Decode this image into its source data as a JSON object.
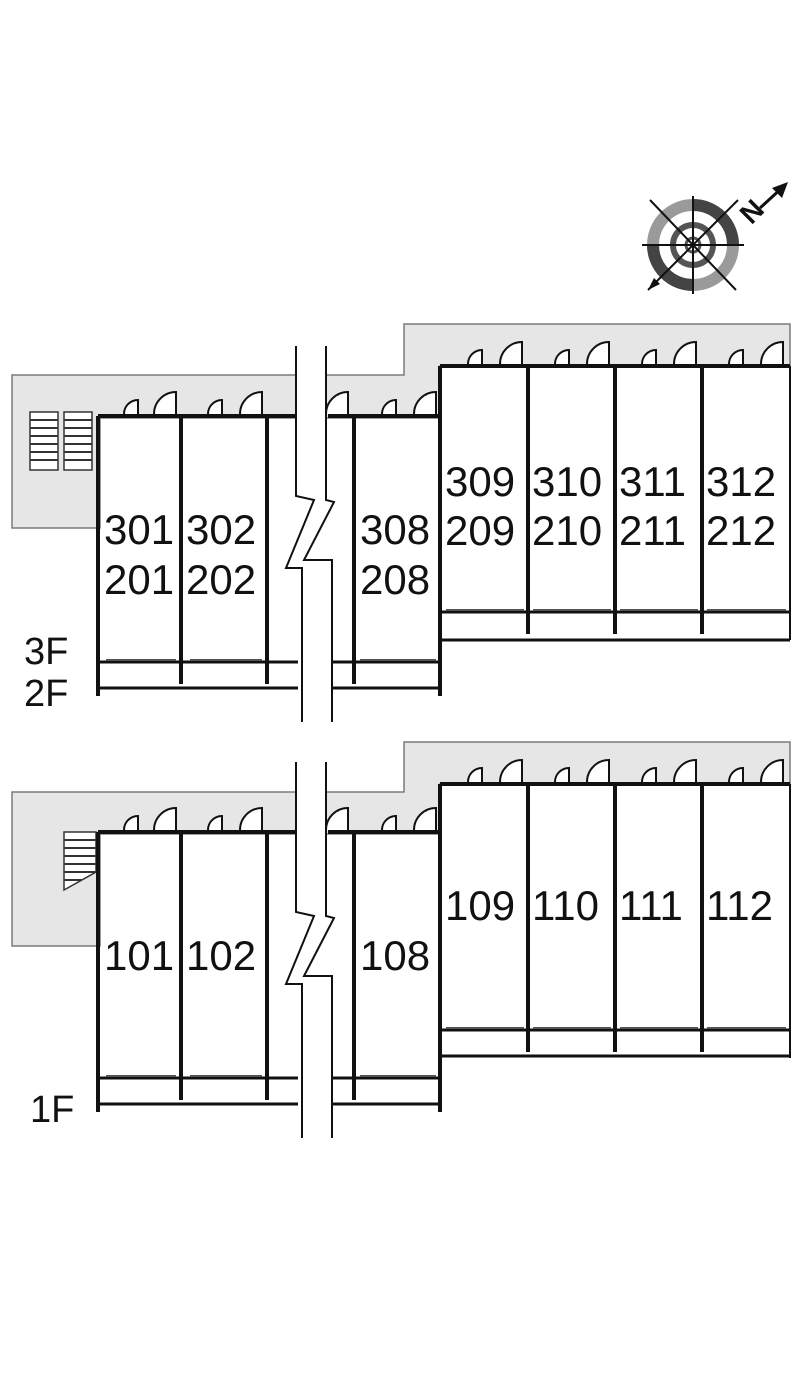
{
  "floors": {
    "upper": {
      "floor_top": "3F",
      "floor_bottom": "2F",
      "west_wing": [
        {
          "top": "301",
          "bottom": "201"
        },
        {
          "top": "302",
          "bottom": "202"
        },
        {
          "top": "308",
          "bottom": "208"
        }
      ],
      "east_wing": [
        {
          "top": "309",
          "bottom": "209"
        },
        {
          "top": "310",
          "bottom": "210"
        },
        {
          "top": "311",
          "bottom": "211"
        },
        {
          "top": "312",
          "bottom": "212"
        }
      ]
    },
    "ground": {
      "floor": "1F",
      "west_wing": [
        "101",
        "102",
        "108"
      ],
      "east_wing": [
        "109",
        "110",
        "111",
        "112"
      ]
    }
  },
  "compass": {
    "letter": "N",
    "icon": "compass-rose-icon"
  },
  "colors": {
    "walkway": "#e6e6e6",
    "walkway_border": "#7a7a7a",
    "wall": "#111111",
    "compass_ring": "#9a9a9a"
  }
}
